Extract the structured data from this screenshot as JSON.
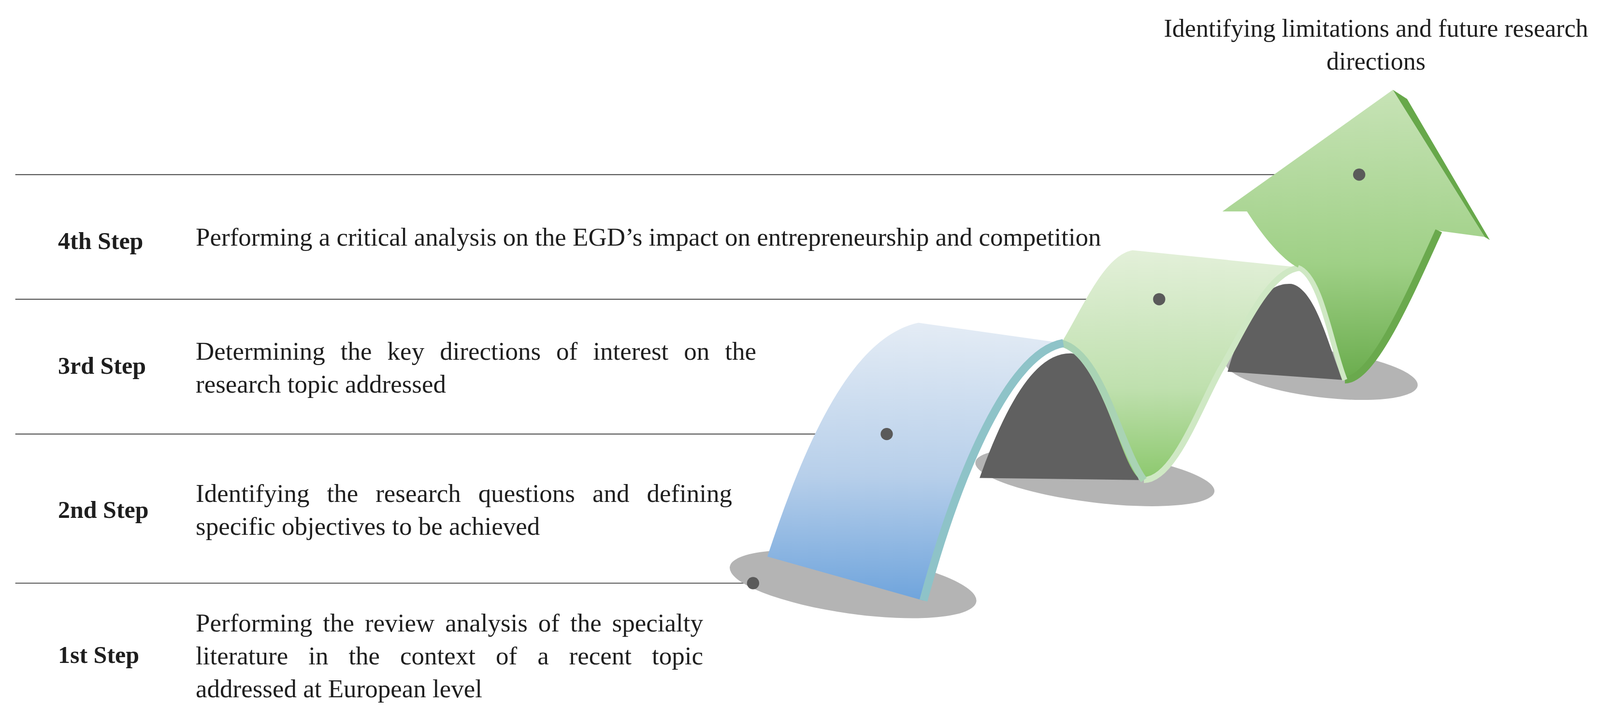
{
  "diagram": {
    "labels": [
      "Identifying limitations and future research directions",
      "4th Step",
      "Performing a critical analysis on the EGD’s impact on entrepreneurship and competition",
      "3rd Step",
      "Determining the key directions of interest on the research topic addressed",
      "2nd Step",
      "Identifying the research questions and defining specific objectives to be achieved",
      "1st Step",
      "Performing the review analysis of the specialty literature in the context of a recent topic addressed at European level"
    ]
  }
}
